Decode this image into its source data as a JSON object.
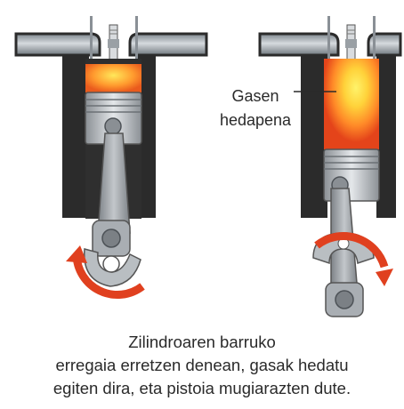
{
  "annotation": {
    "line1": "Gasen",
    "line2": "hedapena"
  },
  "caption": {
    "line1": "Zilindroaren barruko",
    "line2": "erregaia erretzen denean, gasak hedatu",
    "line3": "egiten dira, eta pistoia mugiarazten dute."
  },
  "colors": {
    "cylinder_wall": "#2b2b2b",
    "manifold": "#9aa3aa",
    "piston": "#c9cdd1",
    "conrod": "#a8adb2",
    "combustion_hot": "#ffd93d",
    "combustion_outer": "#e8501c",
    "rotation_arrow": "#e0401f"
  },
  "icons": [
    "spark-plug-icon",
    "rotation-arrow-icon"
  ]
}
